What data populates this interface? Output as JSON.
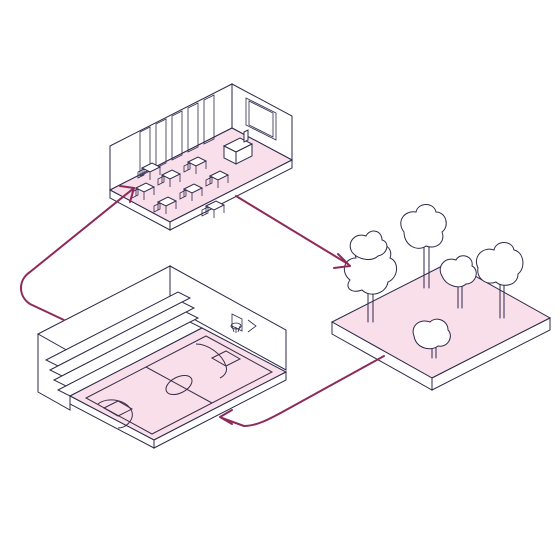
{
  "colors": {
    "floor": "#f8dfea",
    "flow": "#8e2a5a",
    "line": "#2e2a4a"
  },
  "nodes": [
    {
      "id": "classroom",
      "icon": "classroom-icon"
    },
    {
      "id": "park",
      "icon": "park-trees-icon"
    },
    {
      "id": "sports-hall",
      "icon": "basketball-court-icon"
    }
  ],
  "flows": [
    {
      "from": "classroom",
      "to": "park",
      "icon": "arrow-icon"
    },
    {
      "from": "park",
      "to": "sports-hall",
      "icon": "arrow-icon"
    },
    {
      "from": "sports-hall",
      "to": "classroom",
      "icon": "arrow-icon"
    }
  ]
}
